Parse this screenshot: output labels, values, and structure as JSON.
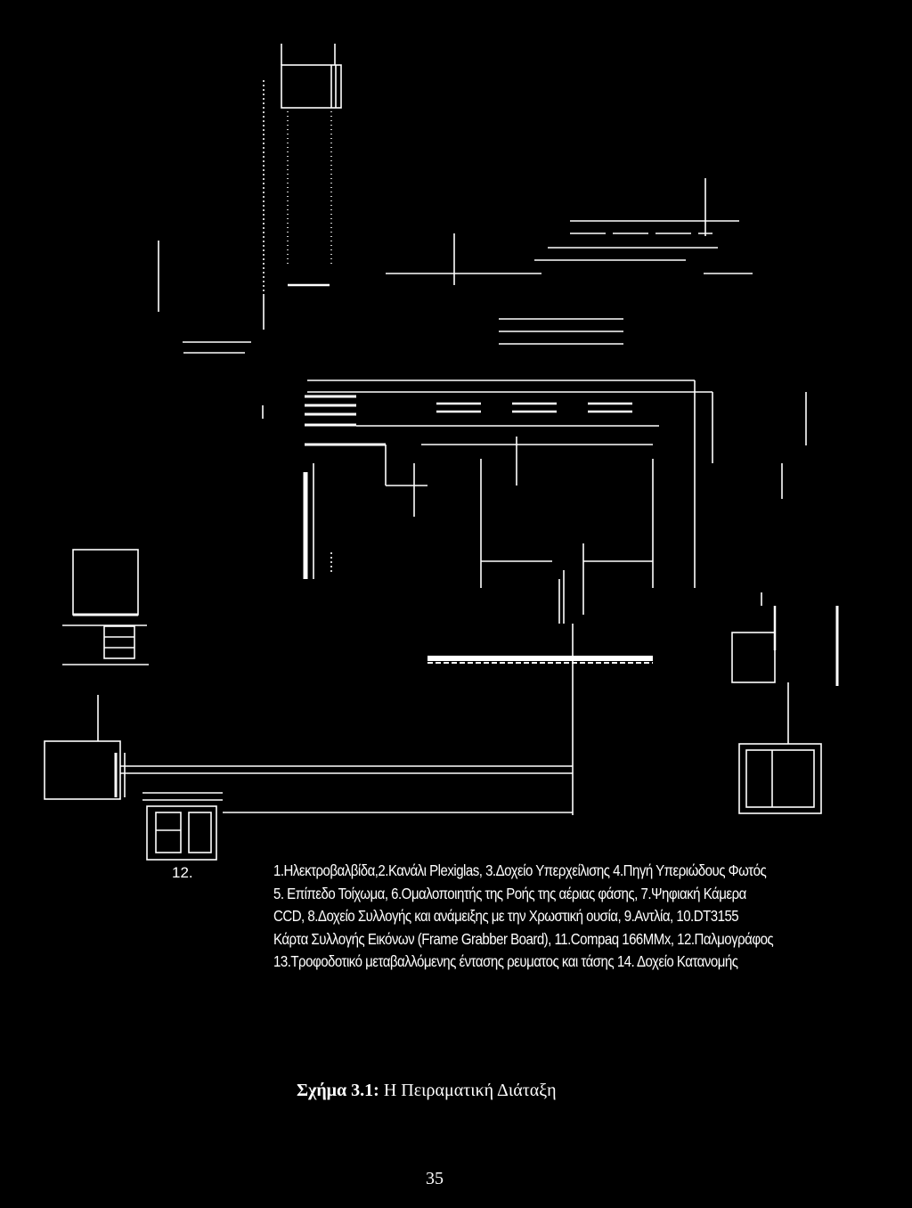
{
  "figure": {
    "number_label": "12.",
    "legend_lines": [
      "1.Ηλεκτροβαλβίδα,2.Κανάλι Plexiglas, 3.Δοχείο Υπερχείλισης 4.Πηγή Υπεριώδους Φωτός",
      "5. Επίπεδο Τοίχωμα, 6.Ομαλοποιητής της Ροής της αέριας φάσης, 7.Ψηφιακή Κάμερα",
      "CCD, 8.Δοχείο Συλλογής και ανάμειξης με την Χρωστική ουσία, 9.Αντλία, 10.DT3155",
      "Κάρτα Συλλογής Εικόνων (Frame Grabber Board), 11.Compaq 166MMx, 12.Παλμογράφος",
      "13.Τροφοδοτικό μεταβαλλόμενης έντασης ρευματος και τάσης 14. Δοχείο Κατανομής"
    ],
    "caption_prefix": "Σχήμα 3.1:",
    "caption_text": " Η Πειραματική Διάταξη"
  },
  "page": {
    "number": "35"
  }
}
